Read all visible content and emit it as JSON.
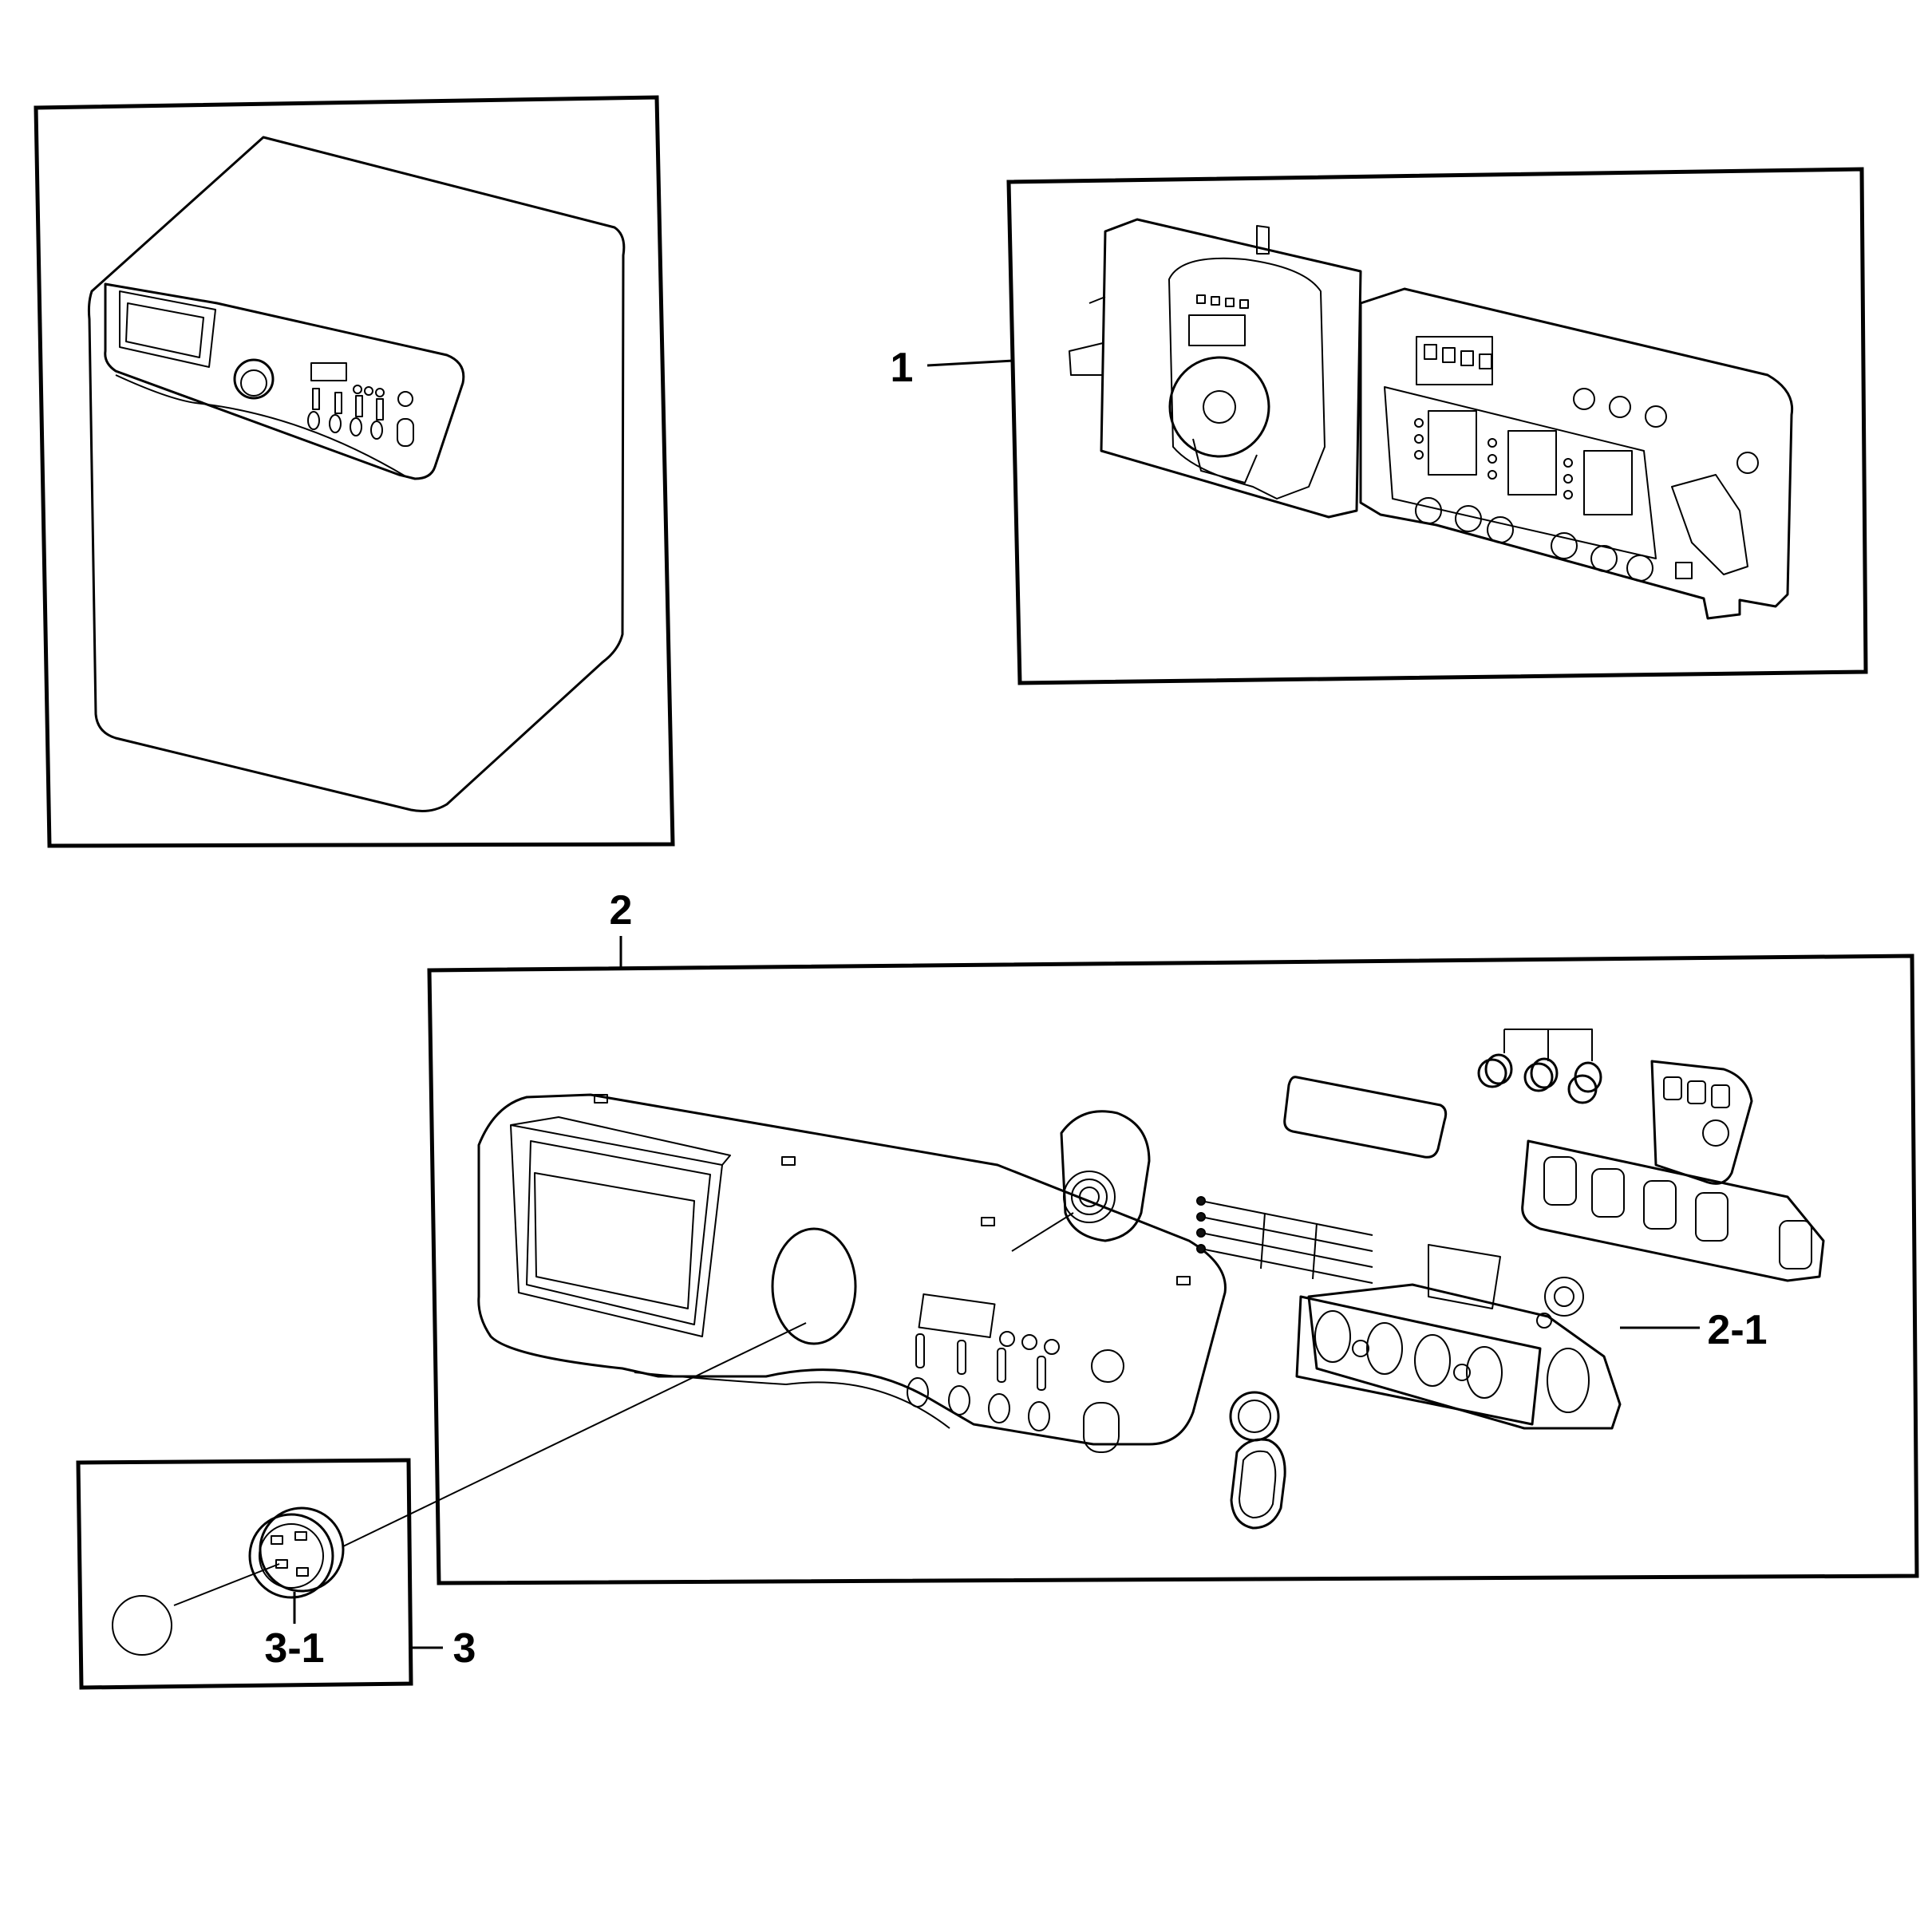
{
  "diagram": {
    "background": "#ffffff",
    "line_color": "#000000",
    "callouts": {
      "assembly_1": "1",
      "assembly_2": "2",
      "part_2_1": "2-1",
      "assembly_3": "3",
      "part_3_1": "3-1"
    }
  }
}
